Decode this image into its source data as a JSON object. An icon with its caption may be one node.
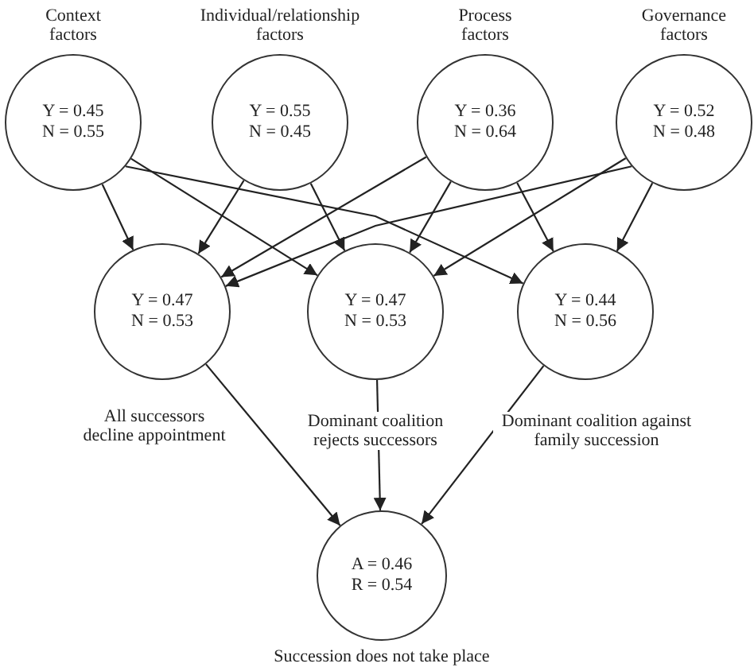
{
  "diagram": {
    "nodes": [
      {
        "text": [
          "Context factors",
          "Y = 0.45",
          "N = 0.55"
        ]
      },
      {
        "text": [
          "Individual/relationship factors",
          "Y = 0.55",
          "N = 0.45"
        ]
      },
      {
        "text": [
          "Process factors",
          "Y = 0.36",
          "N = 0.64"
        ]
      },
      {
        "text": [
          "Governance factors",
          "Y = 0.52",
          "N = 0.48"
        ]
      },
      {
        "text": [
          "Y = 0.47",
          "N = 0.53",
          "All successors decline appointment"
        ]
      },
      {
        "text": [
          "Y = 0.47",
          "N = 0.53",
          "Dominant coalition rejects successors"
        ]
      },
      {
        "text": [
          "Y = 0.44",
          "N = 0.56",
          "Dominant coalition against family succession"
        ]
      },
      {
        "text": [
          "A = 0.46",
          "R = 0.54",
          "Succession does not take place"
        ]
      }
    ],
    "edges": [
      {
        "from": 0,
        "to": 4,
        "arrow": "to"
      },
      {
        "from": 0,
        "to": 5,
        "arrow": "to"
      },
      {
        "from": 0,
        "to": 6,
        "arrow": "to"
      },
      {
        "from": 1,
        "to": 4,
        "arrow": "to"
      },
      {
        "from": 1,
        "to": 5,
        "arrow": "to"
      },
      {
        "from": 2,
        "to": 4,
        "arrow": "to"
      },
      {
        "from": 2,
        "to": 5,
        "arrow": "to"
      },
      {
        "from": 2,
        "to": 6,
        "arrow": "to"
      },
      {
        "from": 3,
        "to": 4,
        "arrow": "to"
      },
      {
        "from": 3,
        "to": 5,
        "arrow": "to"
      },
      {
        "from": 3,
        "to": 6,
        "arrow": "to"
      },
      {
        "from": 4,
        "to": 7,
        "arrow": "to"
      },
      {
        "from": 5,
        "to": 7,
        "arrow": "to"
      },
      {
        "from": 6,
        "to": 7,
        "arrow": "to"
      }
    ]
  }
}
